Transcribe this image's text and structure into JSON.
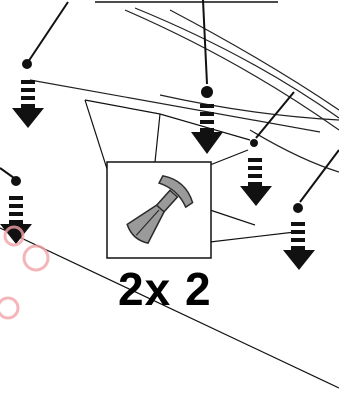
{
  "diagram": {
    "quantity_label": "2x 2",
    "callout_part": "push-type-clip",
    "fastener_count": 5,
    "colors": {
      "line": "#111111",
      "clip_fill": "#9a9a9a",
      "clip_stroke": "#2a2a2a",
      "watermark": "#f2a3a8"
    }
  }
}
